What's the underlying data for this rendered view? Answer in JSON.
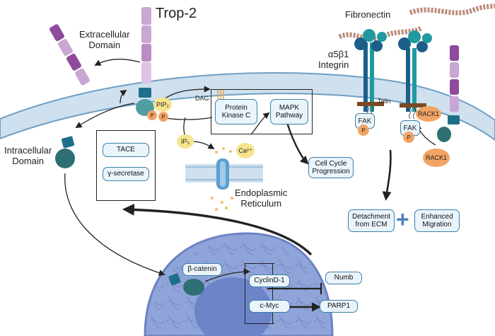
{
  "labels": {
    "trop2": "Trop-2",
    "extracellular_domain": "Extracellular\nDomain",
    "intracellular_domain": "Intracellular\nDomain",
    "fibronectin": "Fibronectin",
    "integrin": "α5β1\nIntegrin",
    "talin": "Talin",
    "dag": "DAG",
    "er": "Endoplasmic\nReticulum"
  },
  "boxes": {
    "pkc": "Protein\nKinase C",
    "mapk": "MAPK\nPathway",
    "tace": "TACE",
    "gamma_secretase": "γ-secretase",
    "cell_cycle": "Cell Cycle\nProgression",
    "detachment": "Detachment\nfrom ECM",
    "migration": "Enhanced\nMigration",
    "beta_catenin": "β-catenin",
    "cyclind1": "CyclinD-1",
    "cmyc": "c-Myc",
    "numb": "Numb",
    "parp1": "PARP1"
  },
  "circles": {
    "pip2": "PIP₂",
    "p_trop": "P",
    "p_pkc": "P",
    "ip3": "IP₃",
    "ca": "Ca²⁺",
    "fak1": "FAK",
    "fak1_p": "P",
    "fak2": "FAK",
    "fak2_p": "P",
    "rack1_bound": "RACK1",
    "rack1_free": "RACK1"
  },
  "plus_sign": "+",
  "colors": {
    "membrane": "#cfe0ee",
    "membrane_edge": "#6f9fc4",
    "box_fill": "#eaf4fb",
    "box_stroke": "#3c7fa8",
    "trop2_purple": "#c9a6d3",
    "intracellular_teal": "#2d6f72",
    "phospho_orange": "#f2a464",
    "pip_yellow": "#f6e58d",
    "integrin_blue": "#1c5e8a",
    "integrin_teal": "#1f9aa0",
    "fibronectin_brown": "#b98a78",
    "nucleus_blue": "#8fa4d8",
    "arrow": "#222222"
  }
}
